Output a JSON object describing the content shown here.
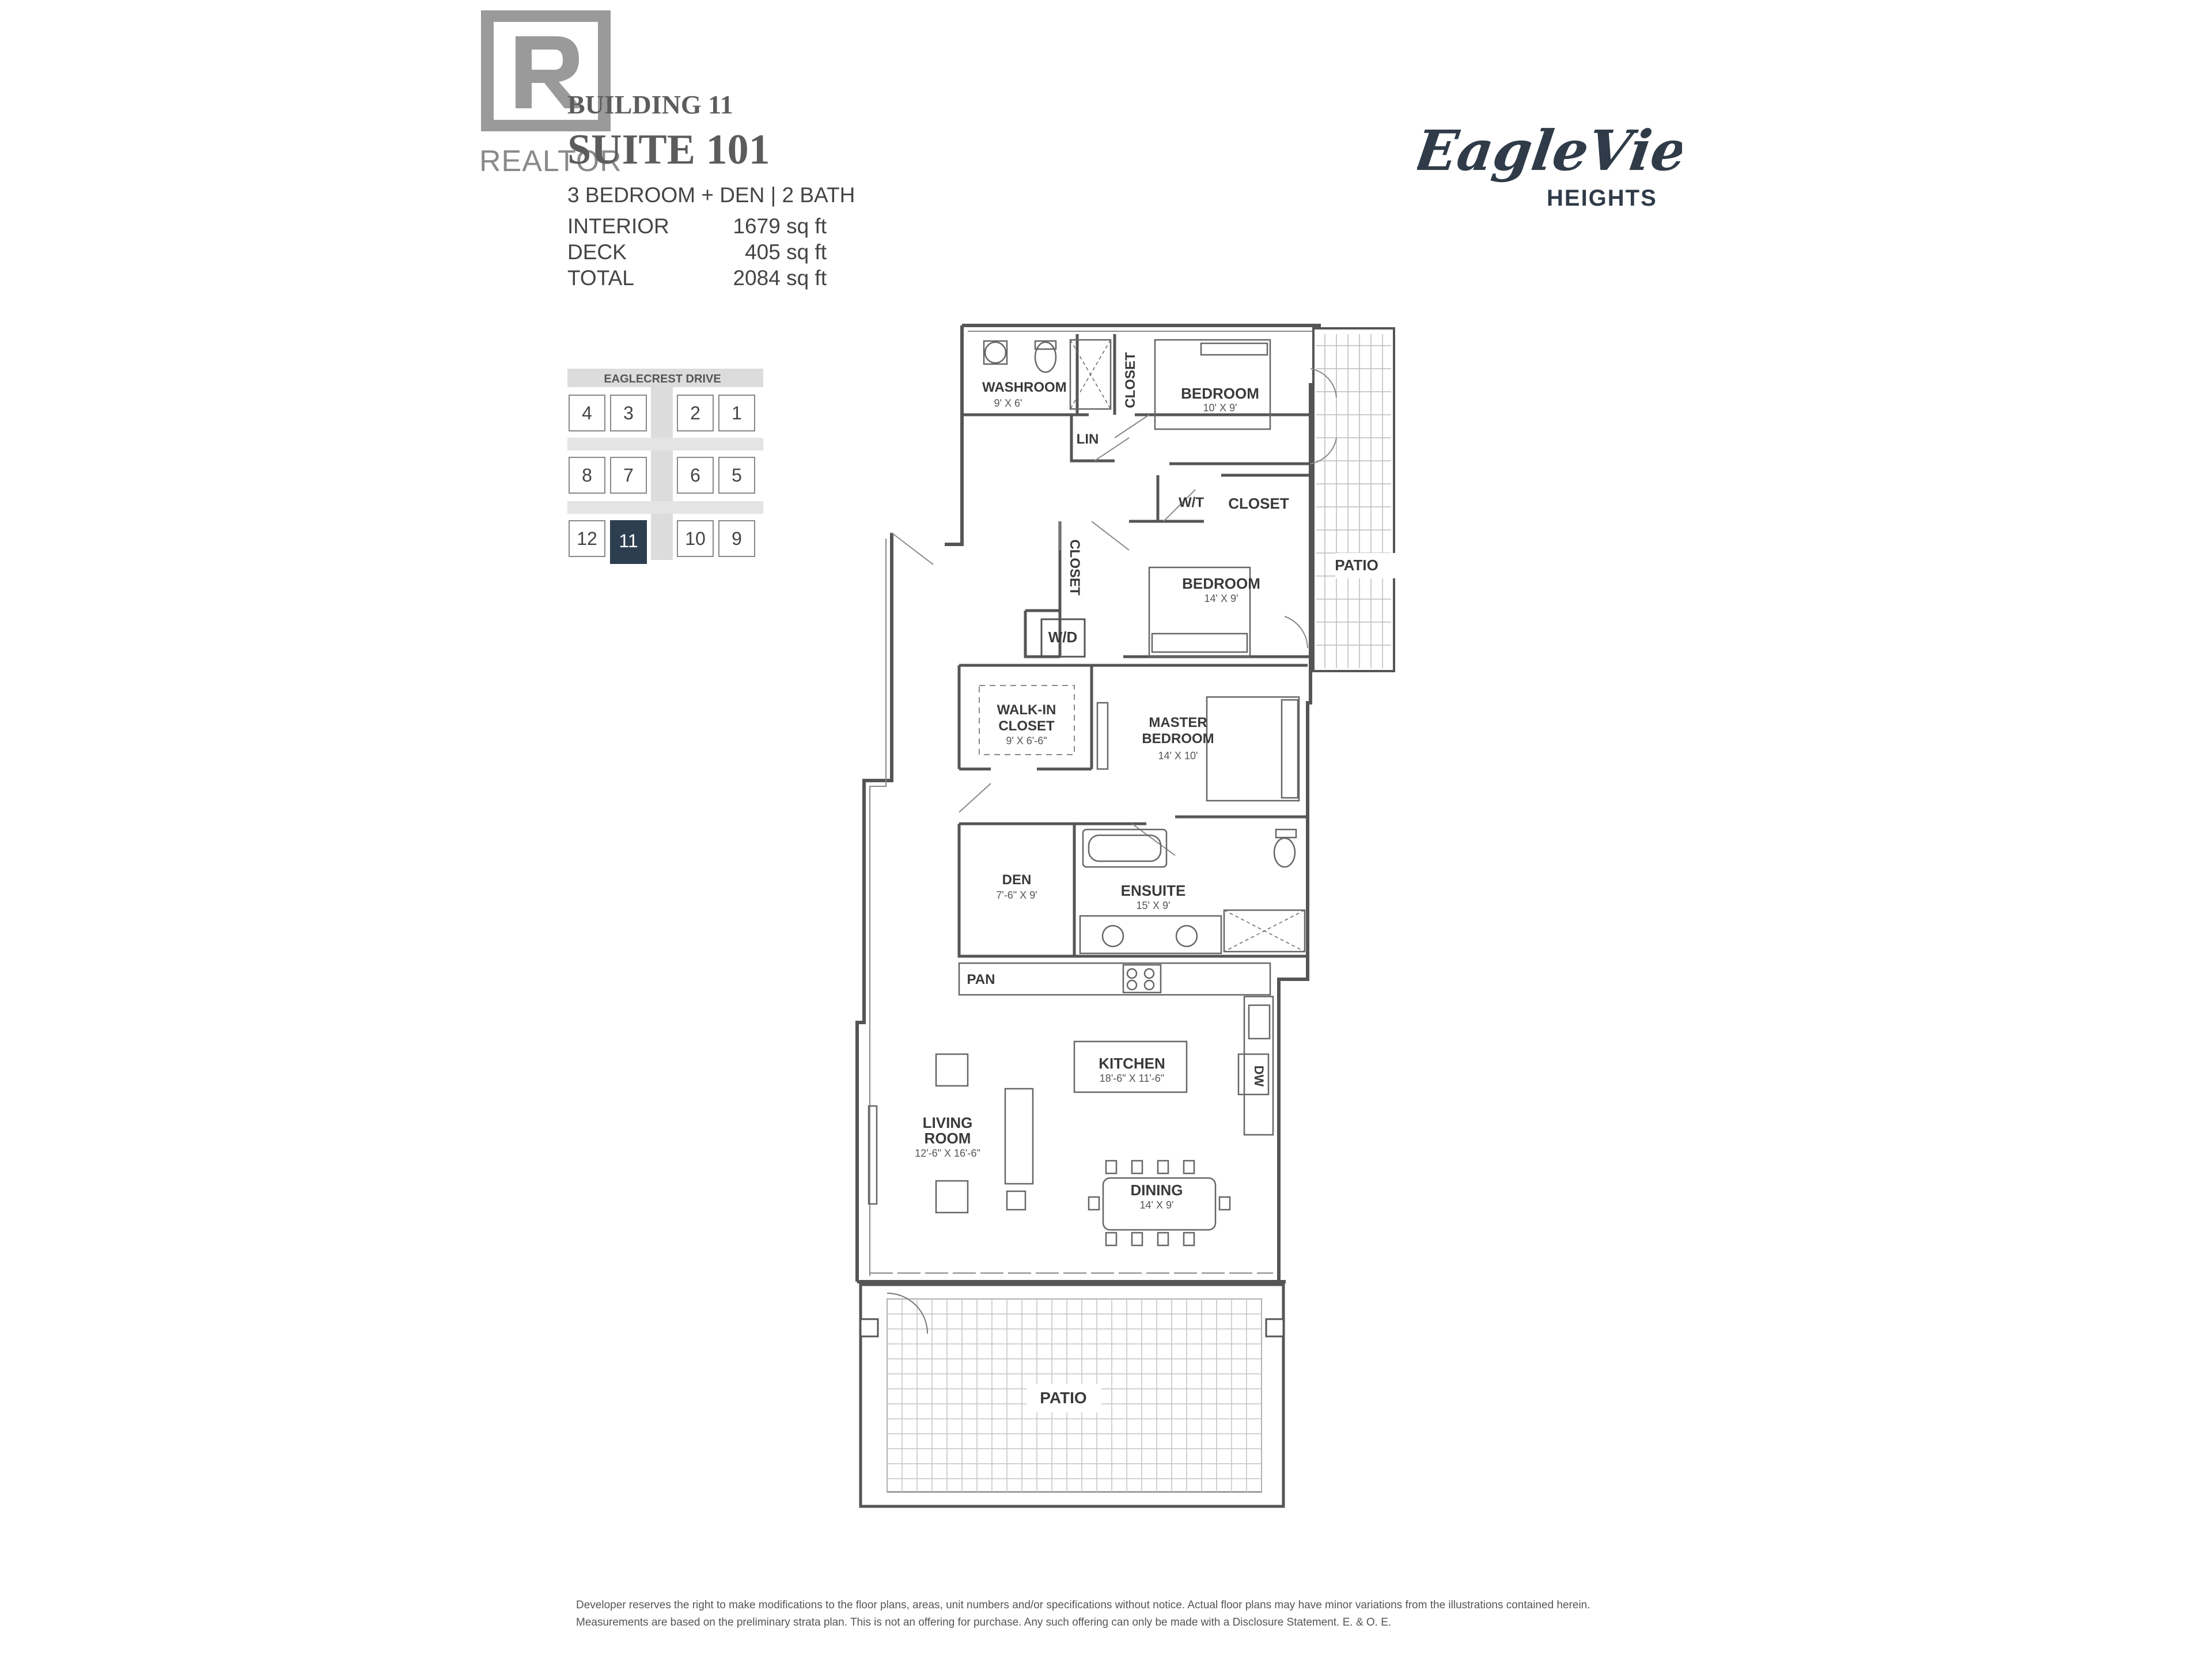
{
  "watermark": {
    "label": "REALTOR"
  },
  "header": {
    "building": "BUILDING 11",
    "suite": "SUITE 101",
    "bedrooms": "3 BEDROOM + DEN | 2 BATH",
    "specs": [
      {
        "label": "INTERIOR",
        "value": "1679 sq ft"
      },
      {
        "label": "DECK",
        "value": "405 sq ft"
      },
      {
        "label": "TOTAL",
        "value": "2084 sq ft"
      }
    ]
  },
  "brand": {
    "line1": "EagleView",
    "line2": "HEIGHTS"
  },
  "keyplan": {
    "street": "EAGLECREST DRIVE",
    "units": [
      "4",
      "3",
      "2",
      "1",
      "8",
      "7",
      "6",
      "5",
      "12",
      "11",
      "10",
      "9"
    ],
    "highlighted": "11",
    "highlight_color": "#2d3e50"
  },
  "rooms": {
    "washroom": {
      "name": "WASHROOM",
      "dim": "9' X 6'"
    },
    "closet_vertical_top": {
      "name": "CLOSET"
    },
    "bedroom1": {
      "name": "BEDROOM",
      "dim": "10' X 9'"
    },
    "lin": {
      "name": "LIN"
    },
    "wt": {
      "name": "W/T"
    },
    "closet_horizontal": {
      "name": "CLOSET"
    },
    "patio_side": {
      "name": "PATIO"
    },
    "closet_vertical_mid": {
      "name": "CLOSET"
    },
    "bedroom2": {
      "name": "BEDROOM",
      "dim": "14' X 9'"
    },
    "wd": {
      "name": "W/D"
    },
    "walkin": {
      "name1": "WALK-IN",
      "name2": "CLOSET",
      "dim": "9' X 6'-6\""
    },
    "master": {
      "name1": "MASTER",
      "name2": "BEDROOM",
      "dim": "14' X 10'"
    },
    "den": {
      "name": "DEN",
      "dim": "7'-6\" X 9'"
    },
    "ensuite": {
      "name": "ENSUITE",
      "dim": "15' X 9'"
    },
    "pan": {
      "name": "PAN"
    },
    "kitchen": {
      "name": "KITCHEN",
      "dim": "18'-6\" X 11'-6\""
    },
    "dw": {
      "name": "DW"
    },
    "living": {
      "name1": "LIVING",
      "name2": "ROOM",
      "dim": "12'-6\" X 16'-6\""
    },
    "dining": {
      "name": "DINING",
      "dim": "14' X 9'"
    },
    "patio_main": {
      "name": "PATIO"
    }
  },
  "disclaimer": {
    "line1": "Developer reserves the right to make modifications to the floor plans, areas, unit numbers and/or specifications without notice. Actual floor plans may have minor variations from the illustrations contained herein.",
    "line2": "Measurements are based on the preliminary strata plan. This is not an offering for purchase. Any such offering can only be made with a Disclosure Statement. E. & O. E."
  },
  "colors": {
    "wall": "#555555",
    "line": "#777777",
    "text": "#444444"
  }
}
